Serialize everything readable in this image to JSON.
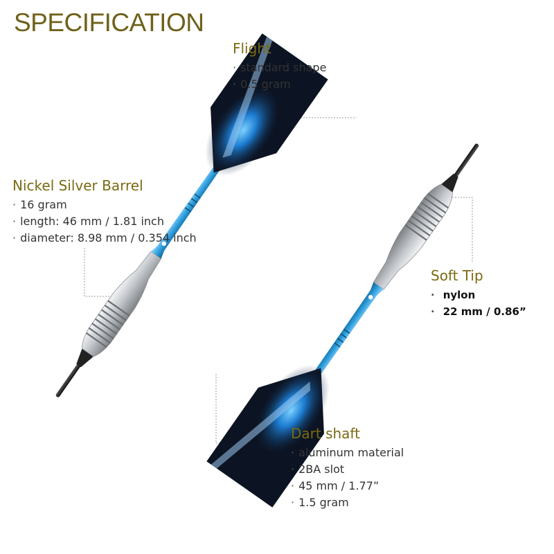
{
  "title": "SPECIFICATION",
  "bullet": "·",
  "colors": {
    "heading": "#7a6a12",
    "title": "#6f611a",
    "shaft": "#2f9fdc",
    "flight": "#0c1322",
    "flight_glow": "#1e88e5",
    "barrel": "#c9ccd0",
    "tip": "#1a1a1a"
  },
  "specs": {
    "flight": {
      "heading": "Flight",
      "items": [
        "standard shape",
        "0.5 gram"
      ]
    },
    "barrel": {
      "heading": "Nickel Silver Barrel",
      "items": [
        "16 gram",
        "length: 46 mm / 1.81 inch",
        "diameter: 8.98 mm / 0.354 inch"
      ]
    },
    "tip": {
      "heading": "Soft Tip",
      "items": [
        "nylon",
        "22 mm / 0.86”"
      ]
    },
    "shaft": {
      "heading": "Dart shaft",
      "items": [
        "aluminum material",
        "2BA slot",
        "45 mm / 1.77”",
        "1.5 gram"
      ]
    }
  }
}
